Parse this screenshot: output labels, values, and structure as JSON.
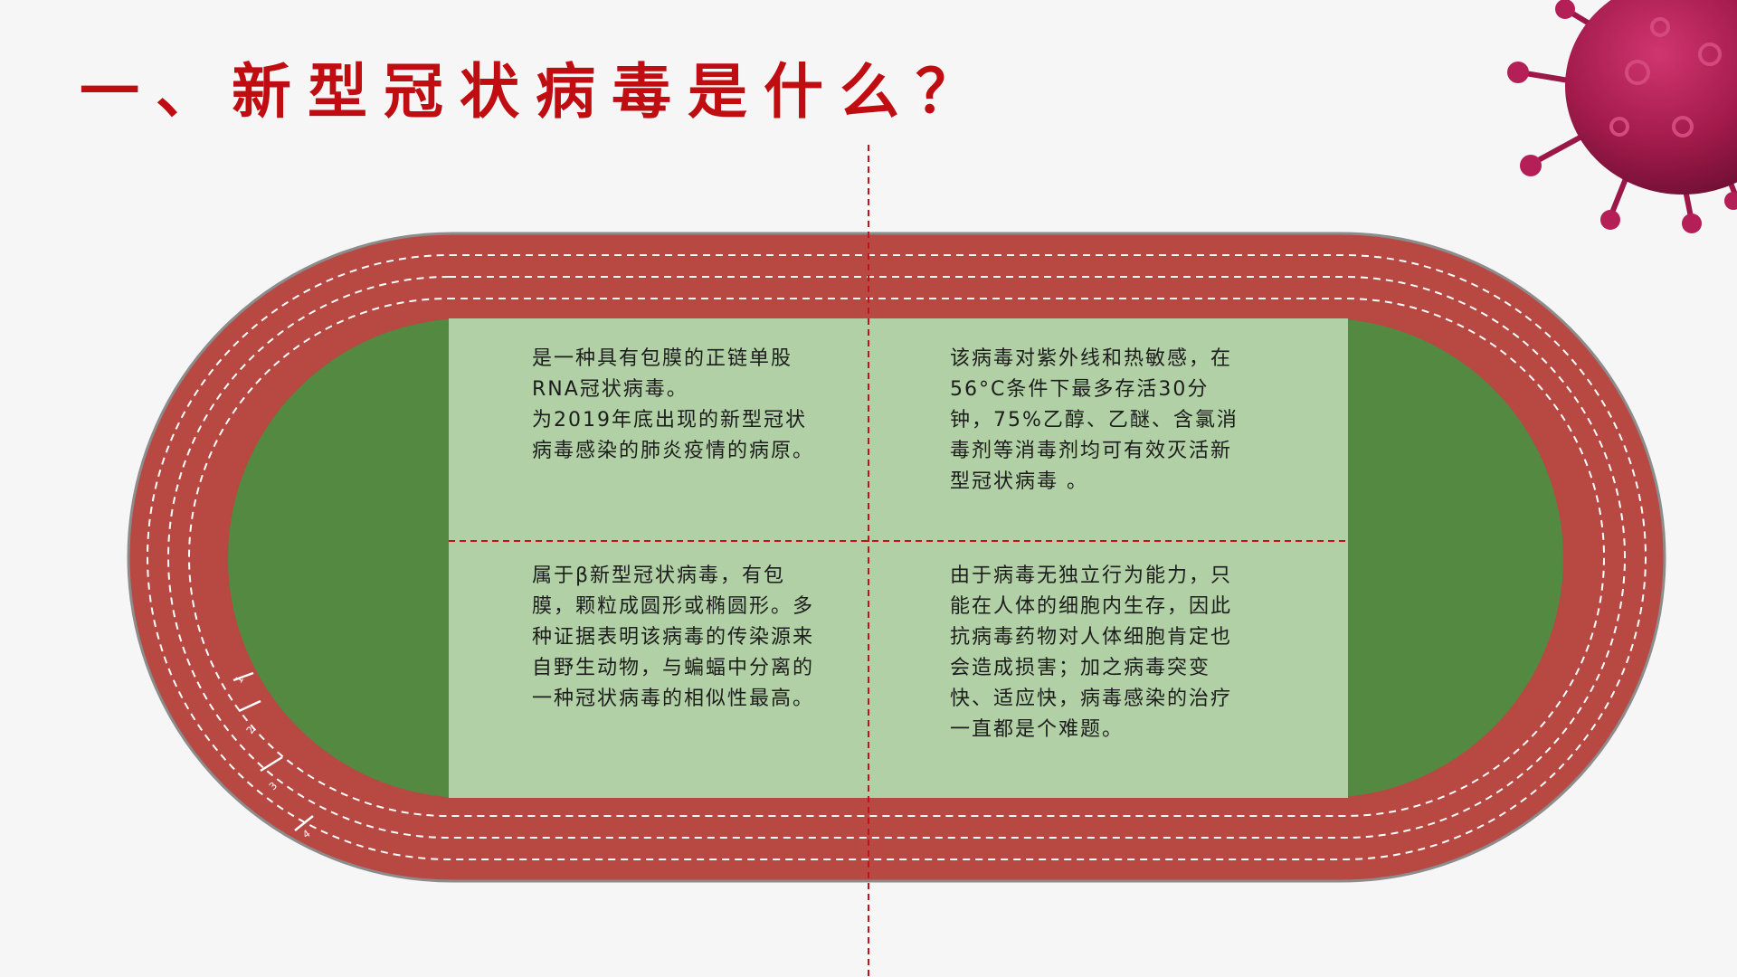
{
  "slide": {
    "title": "一、新型冠状病毒是什么？",
    "colors": {
      "title": "#c00d12",
      "track": "#b84842",
      "infield_dark": "#548941",
      "infield_light": "#b1d0a5",
      "divider": "#c0131a",
      "virus": "#a11a4a"
    },
    "cells": {
      "top_left": "是一种具有包膜的正链单股RNA冠状病毒。\n为2019年底出现的新型冠状病毒感染的肺炎疫情的病原。",
      "top_right": "该病毒对紫外线和热敏感，在56°C条件下最多存活30分钟，75%乙醇、乙醚、含氯消毒剂等消毒剂均可有效灭活新型冠状病毒 。",
      "bottom_left": "属于β新型冠状病毒，有包膜，颗粒成圆形或椭圆形。多种证据表明该病毒的传染源来自野生动物，与蝙蝠中分离的一种冠状病毒的相似性最高。",
      "bottom_right": "由于病毒无独立行为能力，只能在人体的细胞内生存，因此抗病毒药物对人体细胞肯定也会造成损害；加之病毒突变快、适应快，病毒感染的治疗一直都是个难题。"
    },
    "lane_numbers": [
      "1",
      "2",
      "3",
      "4"
    ],
    "decoration_icon": "virus-icon"
  }
}
